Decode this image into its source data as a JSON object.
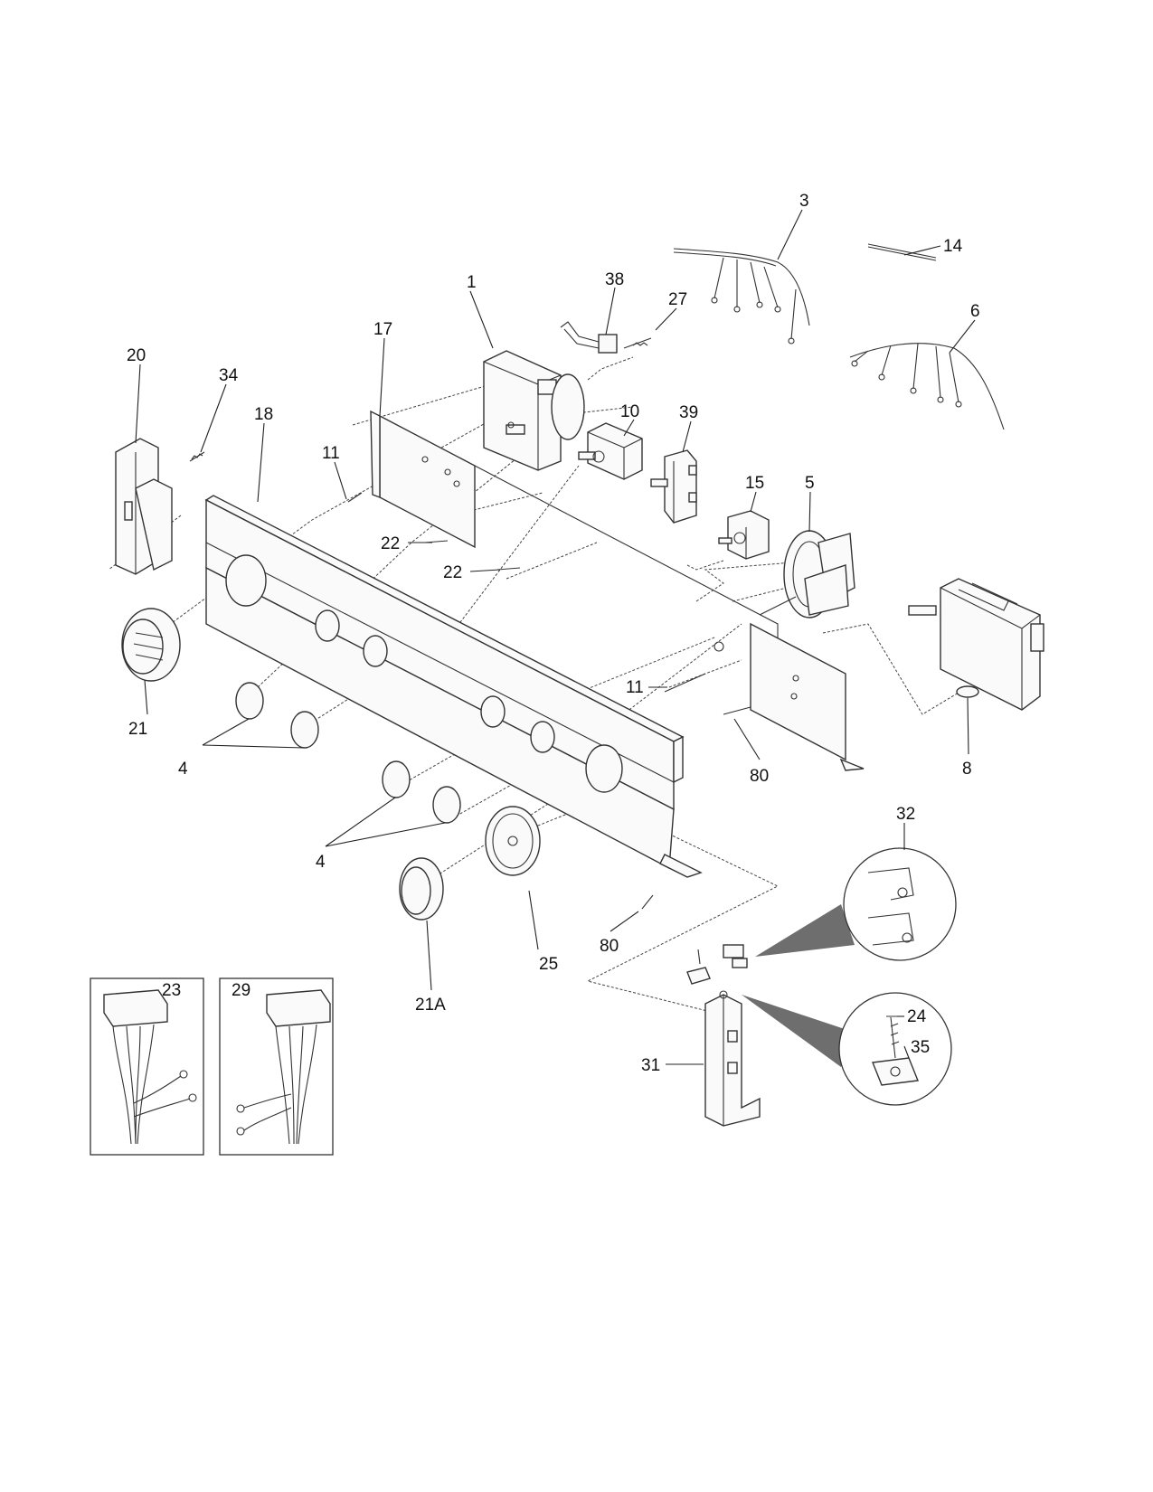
{
  "callouts": {
    "c1": "1",
    "c3": "3",
    "c4a": "4",
    "c4b": "4",
    "c5": "5",
    "c6": "6",
    "c8": "8",
    "c10": "10",
    "c11a": "11",
    "c11b": "11",
    "c14": "14",
    "c15": "15",
    "c17": "17",
    "c18": "18",
    "c20": "20",
    "c21": "21",
    "c21a": "21A",
    "c22a": "22",
    "c22b": "22",
    "c23": "23",
    "c24": "24",
    "c25": "25",
    "c27": "27",
    "c29": "29",
    "c31": "31",
    "c32": "32",
    "c34": "34",
    "c35": "35",
    "c38": "38",
    "c39": "39",
    "c80a": "80",
    "c80b": "80"
  }
}
